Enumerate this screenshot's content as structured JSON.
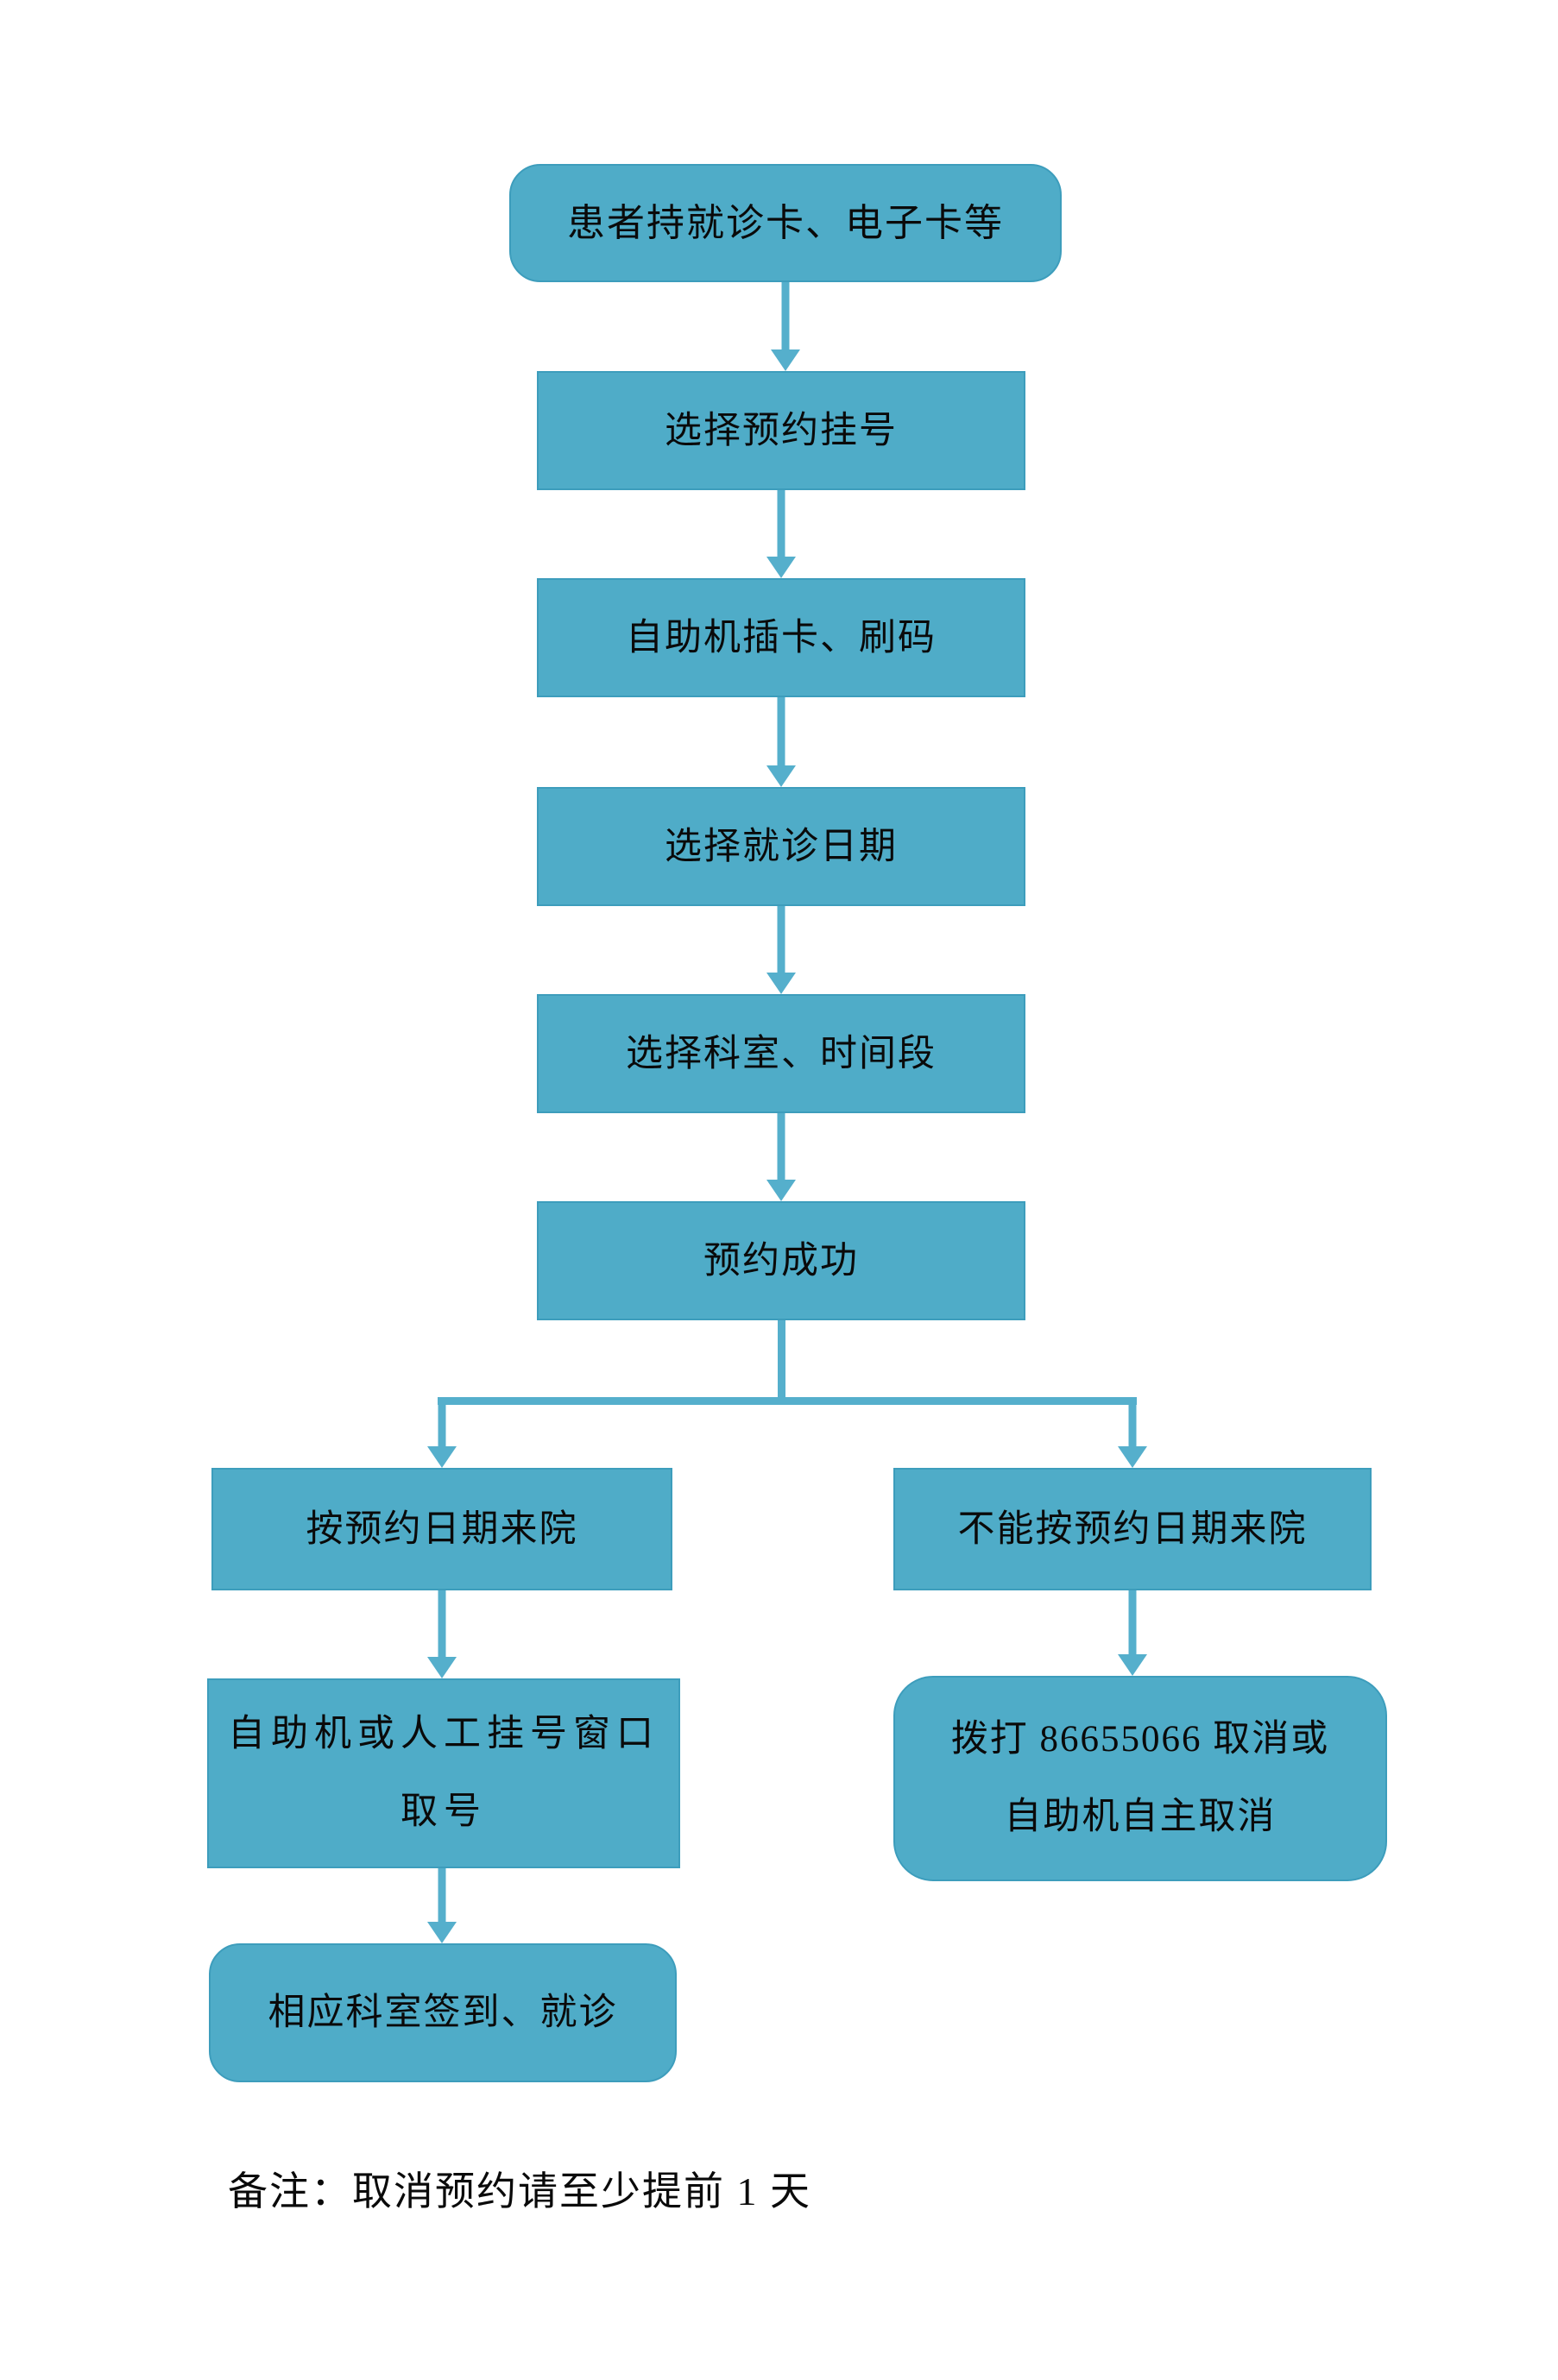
{
  "diagram": {
    "type": "flowchart",
    "colors": {
      "node_fill": "#4FACC8",
      "node_border": "#3D9DBC",
      "arrow": "#55AFCC",
      "text": "#0A0A0A"
    },
    "nodes": {
      "start": {
        "label": "患者持就诊卡、电子卡等",
        "shape": "rounded"
      },
      "choose_booking": {
        "label": "选择预约挂号",
        "shape": "rect"
      },
      "kiosk_card": {
        "label": "自助机插卡、刷码",
        "shape": "rect"
      },
      "choose_date": {
        "label": "选择就诊日期",
        "shape": "rect"
      },
      "choose_dept": {
        "label": "选择科室、时间段",
        "shape": "rect"
      },
      "booking_success": {
        "label": "预约成功",
        "shape": "rect"
      },
      "arrive_on_date": {
        "label": "按预约日期来院",
        "shape": "rect"
      },
      "cannot_arrive": {
        "label": "不能按预约日期来院",
        "shape": "rect"
      },
      "get_number": {
        "lines": [
          "自助机或人工挂号窗口",
          "取号"
        ],
        "shape": "rect"
      },
      "cancel_booking": {
        "lines": [
          "拨打 86655066 取消或",
          "自助机自主取消"
        ],
        "shape": "rounded"
      },
      "checkin": {
        "label": "相应科室签到、就诊",
        "shape": "rounded"
      }
    },
    "note": "备注：取消预约请至少提前 1 天"
  }
}
